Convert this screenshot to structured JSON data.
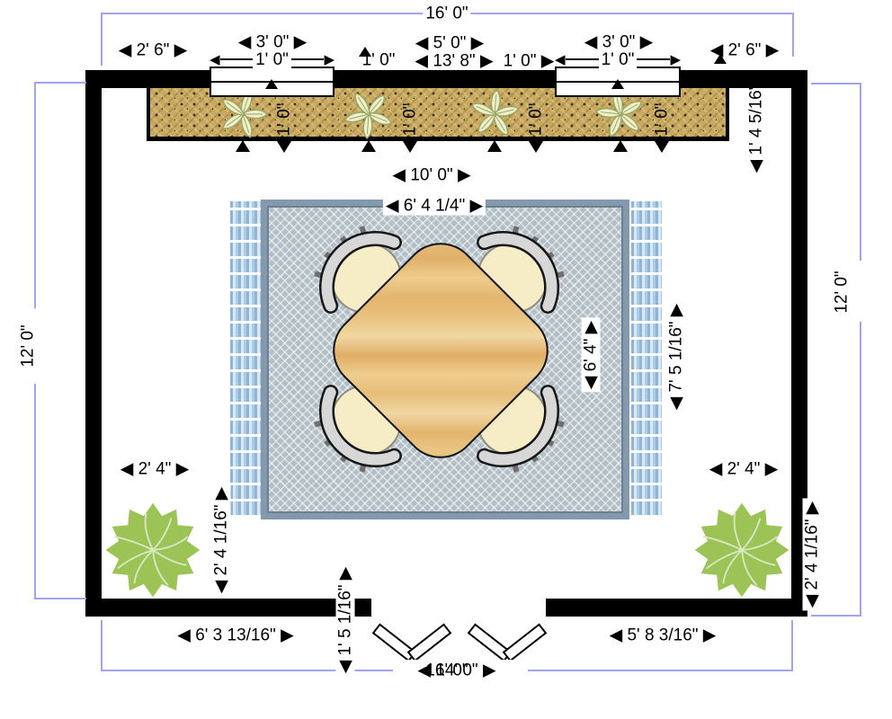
{
  "dims": {
    "top_total": "16' 0\"",
    "top_left_offset": "◀ 2' 6\" ▶",
    "top_window_left": "◀ 3' 0\" ▶",
    "window_left_depth": "1' 0\"",
    "top_center_span": "◀ 5' 0\" ▶",
    "bed_gap_left": "1' 0\"",
    "bed_width": "◀ 13' 8\" ▶",
    "bed_gap_right": "1' 0\" ▶",
    "top_window_right": "◀ 3' 0\" ▶",
    "window_right_depth": "1' 0\"",
    "top_right_offset": "◀ 2' 6\" ▶",
    "bed_depth_labels": [
      "1' 0\"",
      "1' 0\"",
      "1' 0\"",
      "1' 0\""
    ],
    "bed_to_wall_right": "◀ 1' 4 5/16\"",
    "room_height_left": "12' 0\"",
    "room_height_right": "12' 0\"",
    "rug_clearance_top": "◀ 10' 0\" ▶",
    "rug_width": "◀ 6' 4 1/4\" ▶",
    "rug_height": "◀ 6' 4\" ▶",
    "rug_total_height": "◀ 7' 5 1/16\" ▶",
    "plant_left_width": "◀ 2' 4\" ▶",
    "plant_right_width": "◀ 2' 4\" ▶",
    "plant_left_offset": "◀ 2' 4 1/16\" ▶",
    "plant_right_offset": "◀ 2' 4 1/16\" ▶",
    "bottom_left_segment": "◀ 6' 3 13/16\" ▶",
    "door_offset": "◀ 1' 5 1/16\" ▶",
    "bottom_right_segment": "◀ 5' 8 3/16\" ▶",
    "bottom_total": "16' 0\"",
    "bottom_inner": "◀ 14' 0\" ▶"
  },
  "colors": {
    "wall": "#000000",
    "dimension_line": "#a3a3ee",
    "flower_bed": "#c9a95e",
    "rug_fill": "#b3bfc6",
    "rug_border": "#8499ad",
    "fringe": "#aecbe4",
    "table_wood": "#e8c17e",
    "chair_back": "#d7d7d7",
    "chair_seat": "#f6ecc6",
    "plant_green": "#9cc356",
    "flower_petal": "#edf0c9"
  }
}
